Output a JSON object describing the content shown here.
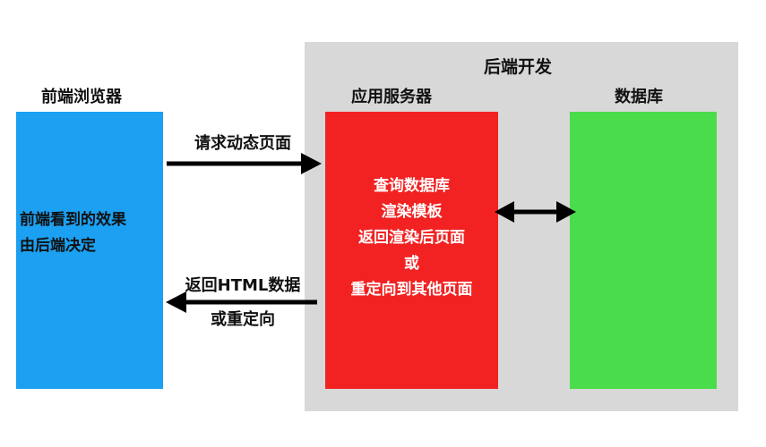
{
  "backend_group": {
    "title": "后端开发",
    "fill_color": "#d9d8d9"
  },
  "browser": {
    "title": "前端浏览器",
    "description_lines": [
      "前端看到的效果",
      "由后端决定"
    ],
    "color": "#1ba0f2"
  },
  "app_server": {
    "title": "应用服务器",
    "steps": [
      "查询数据库",
      "渲染模板",
      "返回渲染后页面",
      "或",
      "重定向到其他页面"
    ],
    "color": "#f22222"
  },
  "database": {
    "title": "数据库",
    "color": "#4bdc4c"
  },
  "edges": {
    "request_label": "请求动态页面",
    "response_label_line1": "返回HTML数据",
    "response_label_line2": "或重定向"
  }
}
